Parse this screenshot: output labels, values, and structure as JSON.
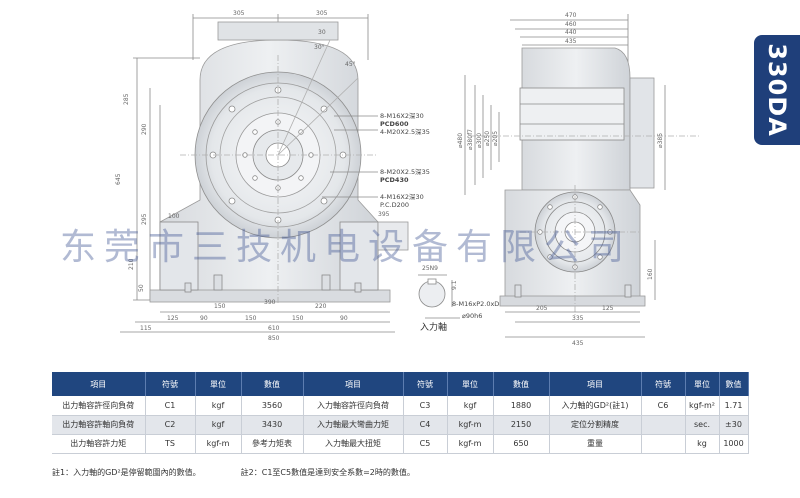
{
  "model": "330DA",
  "watermark": "东莞市三技机电设备有限公司",
  "drawing": {
    "input_label": "入力軸",
    "callouts": [
      "8-M16X2深30",
      "PCD600",
      "4-M20X2.5深35",
      "8-M20X2.5深35",
      "PCD430",
      "4-M16X2深30",
      "P.C.D200",
      "8-M16xP2.0xDP30",
      "⌀90h6"
    ],
    "dims_left": [
      "305",
      "305",
      "30",
      "30°",
      "45°",
      "285",
      "290",
      "645",
      "210",
      "295",
      "100",
      "50",
      "125",
      "150",
      "220",
      "390",
      "115",
      "90",
      "150",
      "150",
      "90",
      "610",
      "850",
      "395",
      "25N9",
      "9.1"
    ],
    "dims_right": [
      "470",
      "460",
      "440",
      "435",
      "⌀480",
      "⌀380f7",
      "⌀300",
      "⌀250",
      "⌀205",
      "⌀385",
      "160",
      "205",
      "335",
      "435",
      "125"
    ]
  },
  "table": {
    "headers": [
      "項目",
      "符號",
      "單位",
      "數值",
      "項目",
      "符號",
      "單位",
      "數值",
      "項目",
      "符號",
      "單位",
      "數值"
    ],
    "rows": [
      [
        "出力軸容許徑向負荷",
        "C1",
        "kgf",
        "3560",
        "入力軸容許徑向負荷",
        "C3",
        "kgf",
        "1880",
        "入力軸的GD²(註1)",
        "C6",
        "kgf-m²",
        "1.71"
      ],
      [
        "出力軸容許軸向負荷",
        "C2",
        "kgf",
        "3430",
        "入力軸最大彎曲力矩",
        "C4",
        "kgf-m",
        "2150",
        "定位分割精度",
        "",
        "sec.",
        "±30"
      ],
      [
        "出力軸容許力矩",
        "TS",
        "kgf-m",
        "參考力矩表",
        "入力軸最大扭矩",
        "C5",
        "kgf-m",
        "650",
        "重量",
        "",
        "kg",
        "1000"
      ]
    ]
  },
  "notes": [
    "註1：入力軸的GD²是停留範圍內的數值。",
    "註2：C1至C5數值是達到安全系數=2時的數值。"
  ],
  "colors": {
    "header_blue": "#20467f",
    "tab_blue": "#1f3f7a",
    "row_gray": "#e3e6eb",
    "line": "#8a8a8a"
  }
}
